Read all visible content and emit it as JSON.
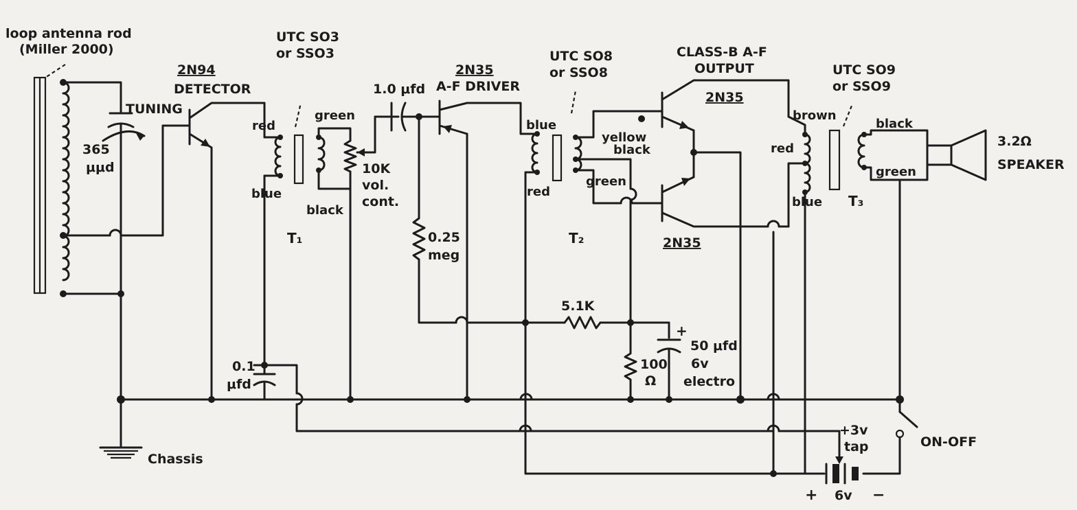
{
  "labels": {
    "antenna_line1": "loop antenna rod",
    "antenna_line2": "(Miller 2000)",
    "tuning": "TUNING",
    "cap_365_line1": "365",
    "cap_365_line2": "μμd",
    "det_type": "2N94",
    "det_role": "DETECTOR",
    "t1_line1": "UTC SO3",
    "t1_line2": "or SSO3",
    "t1_red": "red",
    "t1_blue": "blue",
    "t1_green": "green",
    "t1_black": "black",
    "t1": "T₁",
    "vol_line1": "10K",
    "vol_line2": "vol.",
    "vol_line3": "cont.",
    "cap_1": "1.0 μfd",
    "drv_type": "2N35",
    "drv_role": "A-F DRIVER",
    "r_025_line1": "0.25",
    "r_025_line2": "meg",
    "t2_line1": "UTC SO8",
    "t2_line2": "or SSO8",
    "t2_blue": "blue",
    "t2_red": "red",
    "t2_yellow": "yellow",
    "t2_black": "black",
    "t2_green": "green",
    "t2": "T₂",
    "out_line1": "CLASS-B A-F",
    "out_line2": "OUTPUT",
    "out_type_top": "2N35",
    "out_type_bot": "2N35",
    "r_51k": "5.1K",
    "cap_50_line1": "50 μfd",
    "cap_50_line2": "6v",
    "cap_50_line3": "electro",
    "r_100_line1": "100",
    "r_100_line2": "Ω",
    "t3_line1": "UTC SO9",
    "t3_line2": "or SSO9",
    "t3_brown": "brown",
    "t3_red": "red",
    "t3_blue": "blue",
    "t3_black": "black",
    "t3_green": "green",
    "t3": "T₃",
    "spk_line1": "3.2Ω",
    "spk_line2": "SPEAKER",
    "cap_01_line1": "0.1",
    "cap_01_line2": "μfd",
    "chassis": "Chassis",
    "onoff": "ON-OFF",
    "bat_tap_line1": "+3v",
    "bat_tap_line2": "tap",
    "bat_plus": "+",
    "bat_6v": "6v",
    "bat_minus": "−"
  }
}
